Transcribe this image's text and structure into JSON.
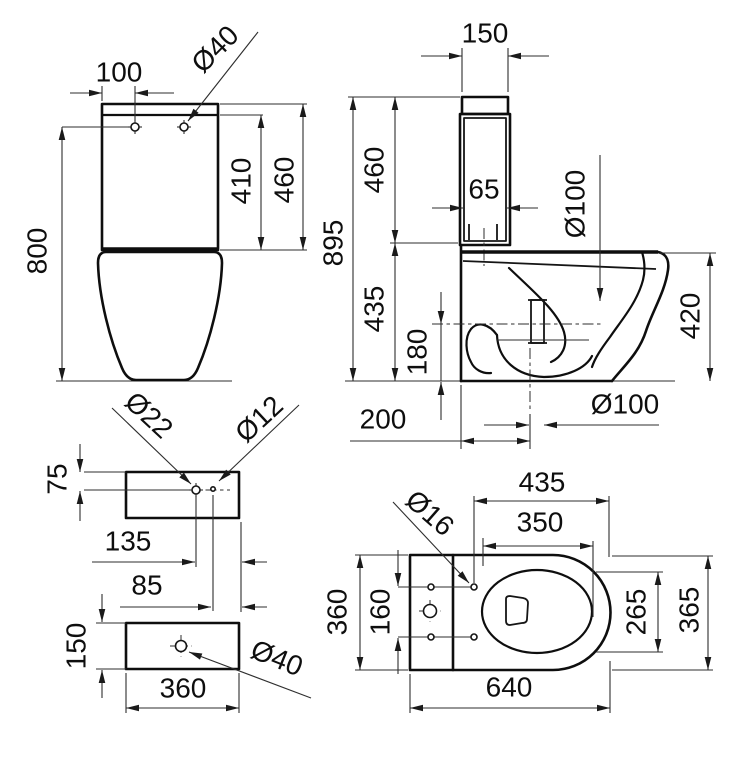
{
  "drawing": {
    "kind": "toilet-technical-drawing",
    "colors": {
      "ink": "#0e0e0e",
      "dim_line": "#2e2e2e",
      "background": "#ffffff"
    }
  },
  "views": {
    "front": {
      "labels": {
        "hole_spacing": "100",
        "hole_dia": "Ø40",
        "cistern_body_height": "410",
        "cistern_total_height": "460",
        "hole_floor_height": "800"
      }
    },
    "side": {
      "labels": {
        "tank_depth": "150",
        "tank_height": "460",
        "tank_inner_depth": "65",
        "inlet_dia": "Ø100",
        "total_height": "895",
        "pan_height": "435",
        "outlet_axis_height": "180",
        "rim_height": "420",
        "outlet_setout": "200",
        "outlet_dia": "Ø100"
      }
    },
    "cistern_top": {
      "labels": {
        "hole_edge_offset": "75",
        "large_hole_dia": "Ø22",
        "small_hole_dia": "Ø12",
        "large_hole_offset": "135",
        "small_hole_offset": "85"
      }
    },
    "cistern_front": {
      "labels": {
        "height": "150",
        "width": "360",
        "hole_dia": "Ø40"
      }
    },
    "plan": {
      "labels": {
        "seat_length": "435",
        "opening_length": "350",
        "fixing_hole_dia": "Ø16",
        "cistern_width": "360",
        "fixing_hole_spacing": "160",
        "opening_width": "265",
        "pan_width": "365",
        "total_length": "640"
      }
    }
  }
}
